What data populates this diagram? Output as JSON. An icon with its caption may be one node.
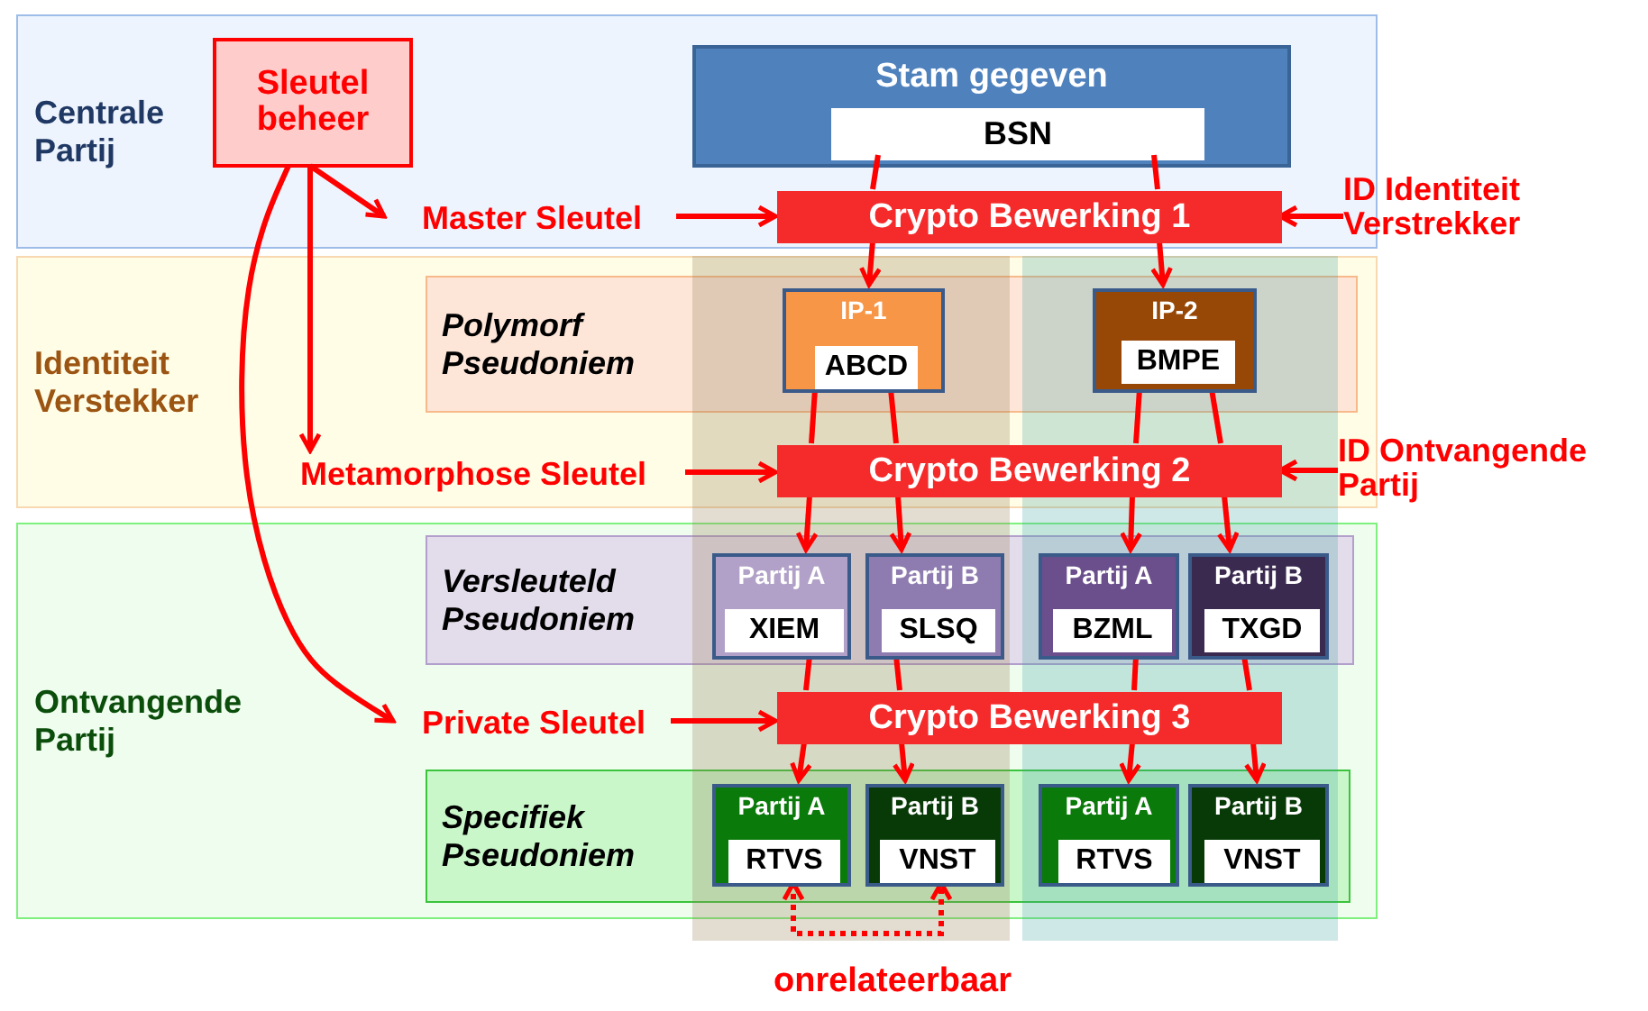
{
  "diagram": {
    "nodes": [
      {
        "text": [
          "Centrale Partij"
        ]
      },
      {
        "text": [
          "Identiteit Verstekker"
        ]
      },
      {
        "text": [
          "Ontvangende Partij"
        ]
      },
      {
        "text": [
          "Sleutel beheer"
        ],
        "in": 0
      },
      {
        "text": [
          "Stam gegeven"
        ],
        "in": 0
      },
      {
        "text": [
          "BSN"
        ],
        "in": 4
      },
      {
        "text": [
          "Master Sleutel"
        ],
        "in": 0
      },
      {
        "text": [
          "Crypto Bewerking 1"
        ],
        "in": 0
      },
      {
        "text": [
          "ID Identiteit Verstrekker"
        ]
      },
      {
        "text": [
          "Polymorf Pseudoniem"
        ],
        "in": 1
      },
      {
        "text": [
          "IP-1"
        ],
        "in": 9
      },
      {
        "text": [
          "ABCD"
        ],
        "in": 10
      },
      {
        "text": [
          "IP-2"
        ],
        "in": 9
      },
      {
        "text": [
          "BMPE"
        ],
        "in": 12
      },
      {
        "text": [
          "Metamorphose Sleutel"
        ],
        "in": 1
      },
      {
        "text": [
          "Crypto Bewerking 2"
        ],
        "in": 1
      },
      {
        "text": [
          "ID Ontvangende Partij"
        ]
      },
      {
        "text": [
          "Versleuteld Pseudoniem"
        ],
        "in": 2
      },
      {
        "text": [
          "Partij A"
        ],
        "in": 17
      },
      {
        "text": [
          "XIEM"
        ],
        "in": 18
      },
      {
        "text": [
          "Partij B"
        ],
        "in": 17
      },
      {
        "text": [
          "SLSQ"
        ],
        "in": 20
      },
      {
        "text": [
          "Partij A"
        ],
        "in": 17
      },
      {
        "text": [
          "BZML"
        ],
        "in": 22
      },
      {
        "text": [
          "Partij B"
        ],
        "in": 17
      },
      {
        "text": [
          "TXGD"
        ],
        "in": 24
      },
      {
        "text": [
          "Private Sleutel"
        ],
        "in": 2
      },
      {
        "text": [
          "Crypto Bewerking 3"
        ],
        "in": 2
      },
      {
        "text": [
          "Specifiek Pseudoniem"
        ],
        "in": 2
      },
      {
        "text": [
          "Partij A"
        ],
        "in": 28
      },
      {
        "text": [
          "RTVS"
        ],
        "in": 29
      },
      {
        "text": [
          "Partij B"
        ],
        "in": 28
      },
      {
        "text": [
          "VNST"
        ],
        "in": 31
      },
      {
        "text": [
          "Partij A"
        ],
        "in": 28
      },
      {
        "text": [
          "RTVS"
        ],
        "in": 33
      },
      {
        "text": [
          "Partij B"
        ],
        "in": 28
      },
      {
        "text": [
          "VNST"
        ],
        "in": 35
      }
    ],
    "edges": [
      {
        "from": 3,
        "to": 6,
        "arrow": "to"
      },
      {
        "from": 3,
        "to": 14,
        "arrow": "to"
      },
      {
        "from": 3,
        "to": 26,
        "arrow": "to"
      },
      {
        "from": 6,
        "to": 7,
        "arrow": "to"
      },
      {
        "from": 8,
        "to": 7,
        "arrow": "to"
      },
      {
        "from": 5,
        "to": 7,
        "arrow": "none"
      },
      {
        "from": 7,
        "to": 10,
        "arrow": "to"
      },
      {
        "from": 5,
        "to": 7,
        "arrow": "none"
      },
      {
        "from": 7,
        "to": 12,
        "arrow": "to"
      },
      {
        "from": 14,
        "to": 15,
        "arrow": "to"
      },
      {
        "from": 16,
        "to": 15,
        "arrow": "to"
      },
      {
        "from": 10,
        "to": 15,
        "arrow": "none"
      },
      {
        "from": 15,
        "to": 18,
        "arrow": "to"
      },
      {
        "from": 10,
        "to": 15,
        "arrow": "none"
      },
      {
        "from": 15,
        "to": 20,
        "arrow": "to"
      },
      {
        "from": 12,
        "to": 15,
        "arrow": "none"
      },
      {
        "from": 15,
        "to": 22,
        "arrow": "to"
      },
      {
        "from": 12,
        "to": 15,
        "arrow": "none"
      },
      {
        "from": 15,
        "to": 24,
        "arrow": "to"
      },
      {
        "from": 26,
        "to": 27,
        "arrow": "to"
      },
      {
        "from": 18,
        "to": 27,
        "arrow": "none"
      },
      {
        "from": 27,
        "to": 29,
        "arrow": "to"
      },
      {
        "from": 20,
        "to": 27,
        "arrow": "none"
      },
      {
        "from": 27,
        "to": 31,
        "arrow": "to"
      },
      {
        "from": 22,
        "to": 27,
        "arrow": "none"
      },
      {
        "from": 27,
        "to": 33,
        "arrow": "to"
      },
      {
        "from": 24,
        "to": 27,
        "arrow": "none"
      },
      {
        "from": 27,
        "to": 35,
        "arrow": "to"
      },
      {
        "from": 29,
        "to": 31,
        "arrow": "both",
        "style": "dashed"
      }
    ],
    "labels": [
      "onrelateerbaar"
    ]
  }
}
